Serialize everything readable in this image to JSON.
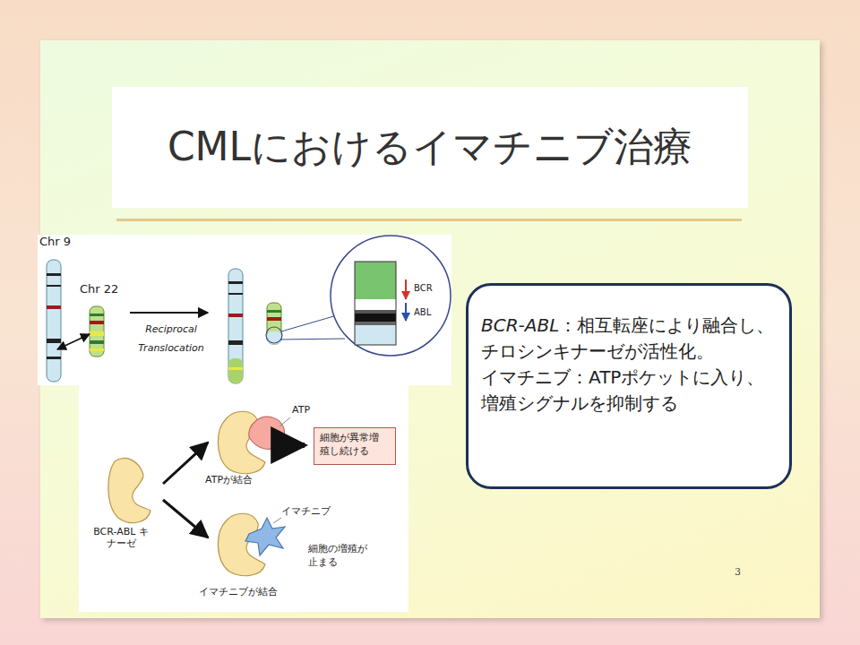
{
  "diagram": {
    "title": "CMLにおけるイマチニブ治療",
    "nodes": [
      {
        "text": [
          "BCR-ABL",
          "：相互転座により融合し、チロシンキナーゼが活性化。",
          "イマチニブ：ATPポケットに入り、増殖シグナルを抑制する"
        ]
      },
      {
        "text": [
          "細胞が異常増 殖し続ける"
        ]
      }
    ],
    "labels": [
      "Chr 9",
      "Chr 22",
      "Reciprocal Translocation",
      "BCR",
      "ABL",
      "ATP",
      "ATPが結合",
      "BCR-ABL キナーゼ",
      "イマチニブ",
      "細胞の増殖が 止まる",
      "イマチニブが結合",
      "3"
    ]
  }
}
